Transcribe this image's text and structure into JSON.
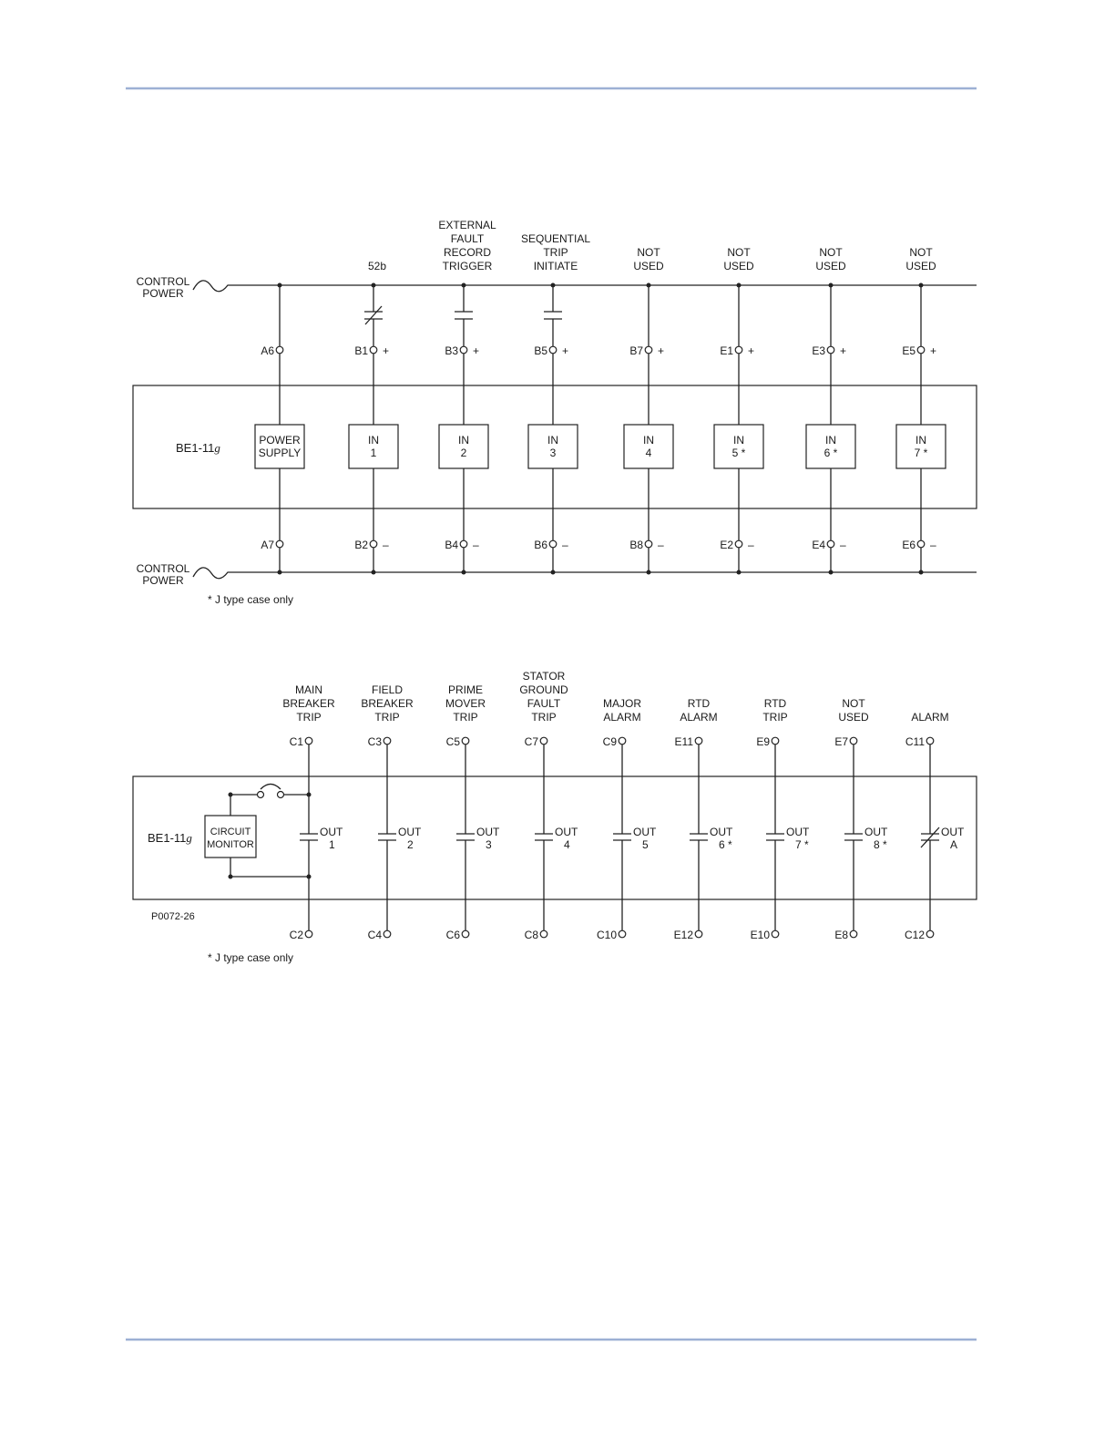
{
  "input_diagram": {
    "control_power_top": [
      "CONTROL",
      "POWER"
    ],
    "control_power_bottom": [
      "CONTROL",
      "POWER"
    ],
    "relay_name_prefix": "BE1-11",
    "relay_name_suffix": "g",
    "footnote": "* J type case only",
    "columns": [
      {
        "id": "ps",
        "label": [],
        "top_terminal": "A6",
        "top_sign": "",
        "bottom_terminal": "A7",
        "bottom_sign": "",
        "box": [
          "POWER",
          "SUPPLY"
        ],
        "contact": "none"
      },
      {
        "id": "in1",
        "label": [
          "52b"
        ],
        "top_terminal": "B1",
        "top_sign": "+",
        "bottom_terminal": "B2",
        "bottom_sign": "–",
        "box": [
          "IN",
          "1"
        ],
        "contact": "nc"
      },
      {
        "id": "in2",
        "label": [
          "EXTERNAL",
          "FAULT",
          "RECORD",
          "TRIGGER"
        ],
        "top_terminal": "B3",
        "top_sign": "+",
        "bottom_terminal": "B4",
        "bottom_sign": "–",
        "box": [
          "IN",
          "2"
        ],
        "contact": "no"
      },
      {
        "id": "in3",
        "label": [
          "SEQUENTIAL",
          "TRIP",
          "INITIATE"
        ],
        "top_terminal": "B5",
        "top_sign": "+",
        "bottom_terminal": "B6",
        "bottom_sign": "–",
        "box": [
          "IN",
          "3"
        ],
        "contact": "no"
      },
      {
        "id": "in4",
        "label": [
          "NOT",
          "USED"
        ],
        "top_terminal": "B7",
        "top_sign": "+",
        "bottom_terminal": "B8",
        "bottom_sign": "–",
        "box": [
          "IN",
          "4"
        ],
        "contact": "none"
      },
      {
        "id": "in5",
        "label": [
          "NOT",
          "USED"
        ],
        "top_terminal": "E1",
        "top_sign": "+",
        "bottom_terminal": "E2",
        "bottom_sign": "–",
        "box": [
          "IN",
          "5 *"
        ],
        "contact": "none"
      },
      {
        "id": "in6",
        "label": [
          "NOT",
          "USED"
        ],
        "top_terminal": "E3",
        "top_sign": "+",
        "bottom_terminal": "E4",
        "bottom_sign": "–",
        "box": [
          "IN",
          "6 *"
        ],
        "contact": "none"
      },
      {
        "id": "in7",
        "label": [
          "NOT",
          "USED"
        ],
        "top_terminal": "E5",
        "top_sign": "+",
        "bottom_terminal": "E6",
        "bottom_sign": "–",
        "box": [
          "IN",
          "7 *"
        ],
        "contact": "none"
      }
    ]
  },
  "output_diagram": {
    "relay_name_prefix": "BE1-11",
    "relay_name_suffix": "g",
    "circuit_monitor": [
      "CIRCUIT",
      "MONITOR"
    ],
    "drawing_number": "P0072-26",
    "footnote": "* J type case only",
    "columns": [
      {
        "id": "out1",
        "label": [
          "MAIN",
          "BREAKER",
          "TRIP"
        ],
        "top_terminal": "C1",
        "bottom_terminal": "C2",
        "out_label": [
          "OUT",
          "1"
        ],
        "contact": "no"
      },
      {
        "id": "out2",
        "label": [
          "FIELD",
          "BREAKER",
          "TRIP"
        ],
        "top_terminal": "C3",
        "bottom_terminal": "C4",
        "out_label": [
          "OUT",
          "2"
        ],
        "contact": "no"
      },
      {
        "id": "out3",
        "label": [
          "PRIME",
          "MOVER",
          "TRIP"
        ],
        "top_terminal": "C5",
        "bottom_terminal": "C6",
        "out_label": [
          "OUT",
          "3"
        ],
        "contact": "no"
      },
      {
        "id": "out4",
        "label": [
          "STATOR",
          "GROUND",
          "FAULT",
          "TRIP"
        ],
        "top_terminal": "C7",
        "bottom_terminal": "C8",
        "out_label": [
          "OUT",
          "4"
        ],
        "contact": "no"
      },
      {
        "id": "out5",
        "label": [
          "MAJOR",
          "ALARM"
        ],
        "top_terminal": "C9",
        "bottom_terminal": "C10",
        "out_label": [
          "OUT",
          "5"
        ],
        "contact": "no"
      },
      {
        "id": "out6",
        "label": [
          "RTD",
          "ALARM"
        ],
        "top_terminal": "E11",
        "bottom_terminal": "E12",
        "out_label": [
          "OUT",
          "6 *"
        ],
        "contact": "no-bold"
      },
      {
        "id": "out7",
        "label": [
          "RTD",
          "TRIP"
        ],
        "top_terminal": "E9",
        "bottom_terminal": "E10",
        "out_label": [
          "OUT",
          "7 *"
        ],
        "contact": "no-bold"
      },
      {
        "id": "out8",
        "label": [
          "NOT",
          "USED"
        ],
        "top_terminal": "E7",
        "bottom_terminal": "E8",
        "out_label": [
          "OUT",
          "8 *"
        ],
        "contact": "no-bold"
      },
      {
        "id": "outa",
        "label": [
          "ALARM"
        ],
        "top_terminal": "C11",
        "bottom_terminal": "C12",
        "out_label": [
          "OUT",
          "A"
        ],
        "contact": "nc"
      }
    ]
  }
}
